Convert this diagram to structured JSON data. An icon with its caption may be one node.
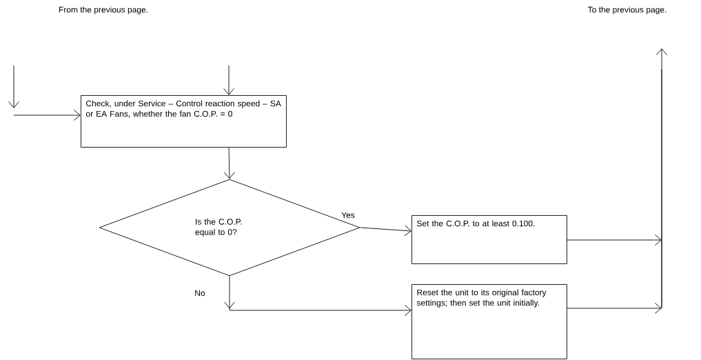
{
  "diagram": {
    "nodes": [
      {
        "text": [
          "Check, under Service – Control reaction speed – SA or EA Fans, whether the fan C.O.P. = 0"
        ]
      },
      {
        "text": [
          "Is the C.O.P. equal to 0?"
        ]
      },
      {
        "text": [
          "Set the C.O.P. to at least 0.100."
        ]
      },
      {
        "text": [
          "Reset the unit to its original factory settings; then set the unit initially."
        ]
      },
      {
        "text": [],
        "shape": "bar"
      }
    ],
    "edges": [
      {
        "from": null,
        "to": 0,
        "arrow": "to"
      },
      {
        "from": null,
        "to": 0,
        "arrow": "to"
      },
      {
        "from": 0,
        "to": 1,
        "arrow": "to"
      },
      {
        "from": 1,
        "to": 2,
        "arrow": "to",
        "label": "Yes"
      },
      {
        "from": 1,
        "to": 3,
        "arrow": "to",
        "label": "No"
      },
      {
        "from": 2,
        "to": 4,
        "arrow": "to"
      },
      {
        "from": 3,
        "to": 4,
        "arrow": "to"
      },
      {
        "from": 4,
        "to": null,
        "arrow": "to"
      }
    ],
    "labels": [
      "From the previous page.",
      "To the previous page."
    ]
  }
}
